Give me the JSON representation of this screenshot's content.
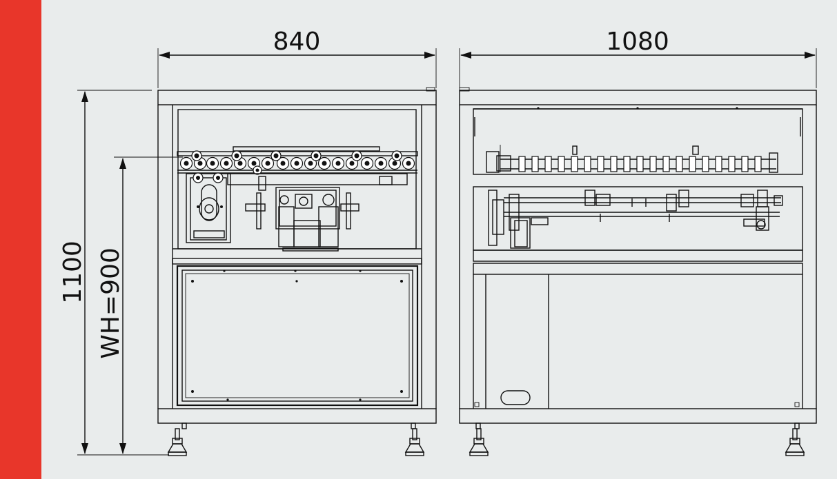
{
  "colors": {
    "accent": "#e8362a",
    "background": "#e9ecec",
    "line": "#111111"
  },
  "dimensions": {
    "front_width": "840",
    "side_width": "1080",
    "total_height": "1100",
    "work_height": "WH=900"
  }
}
